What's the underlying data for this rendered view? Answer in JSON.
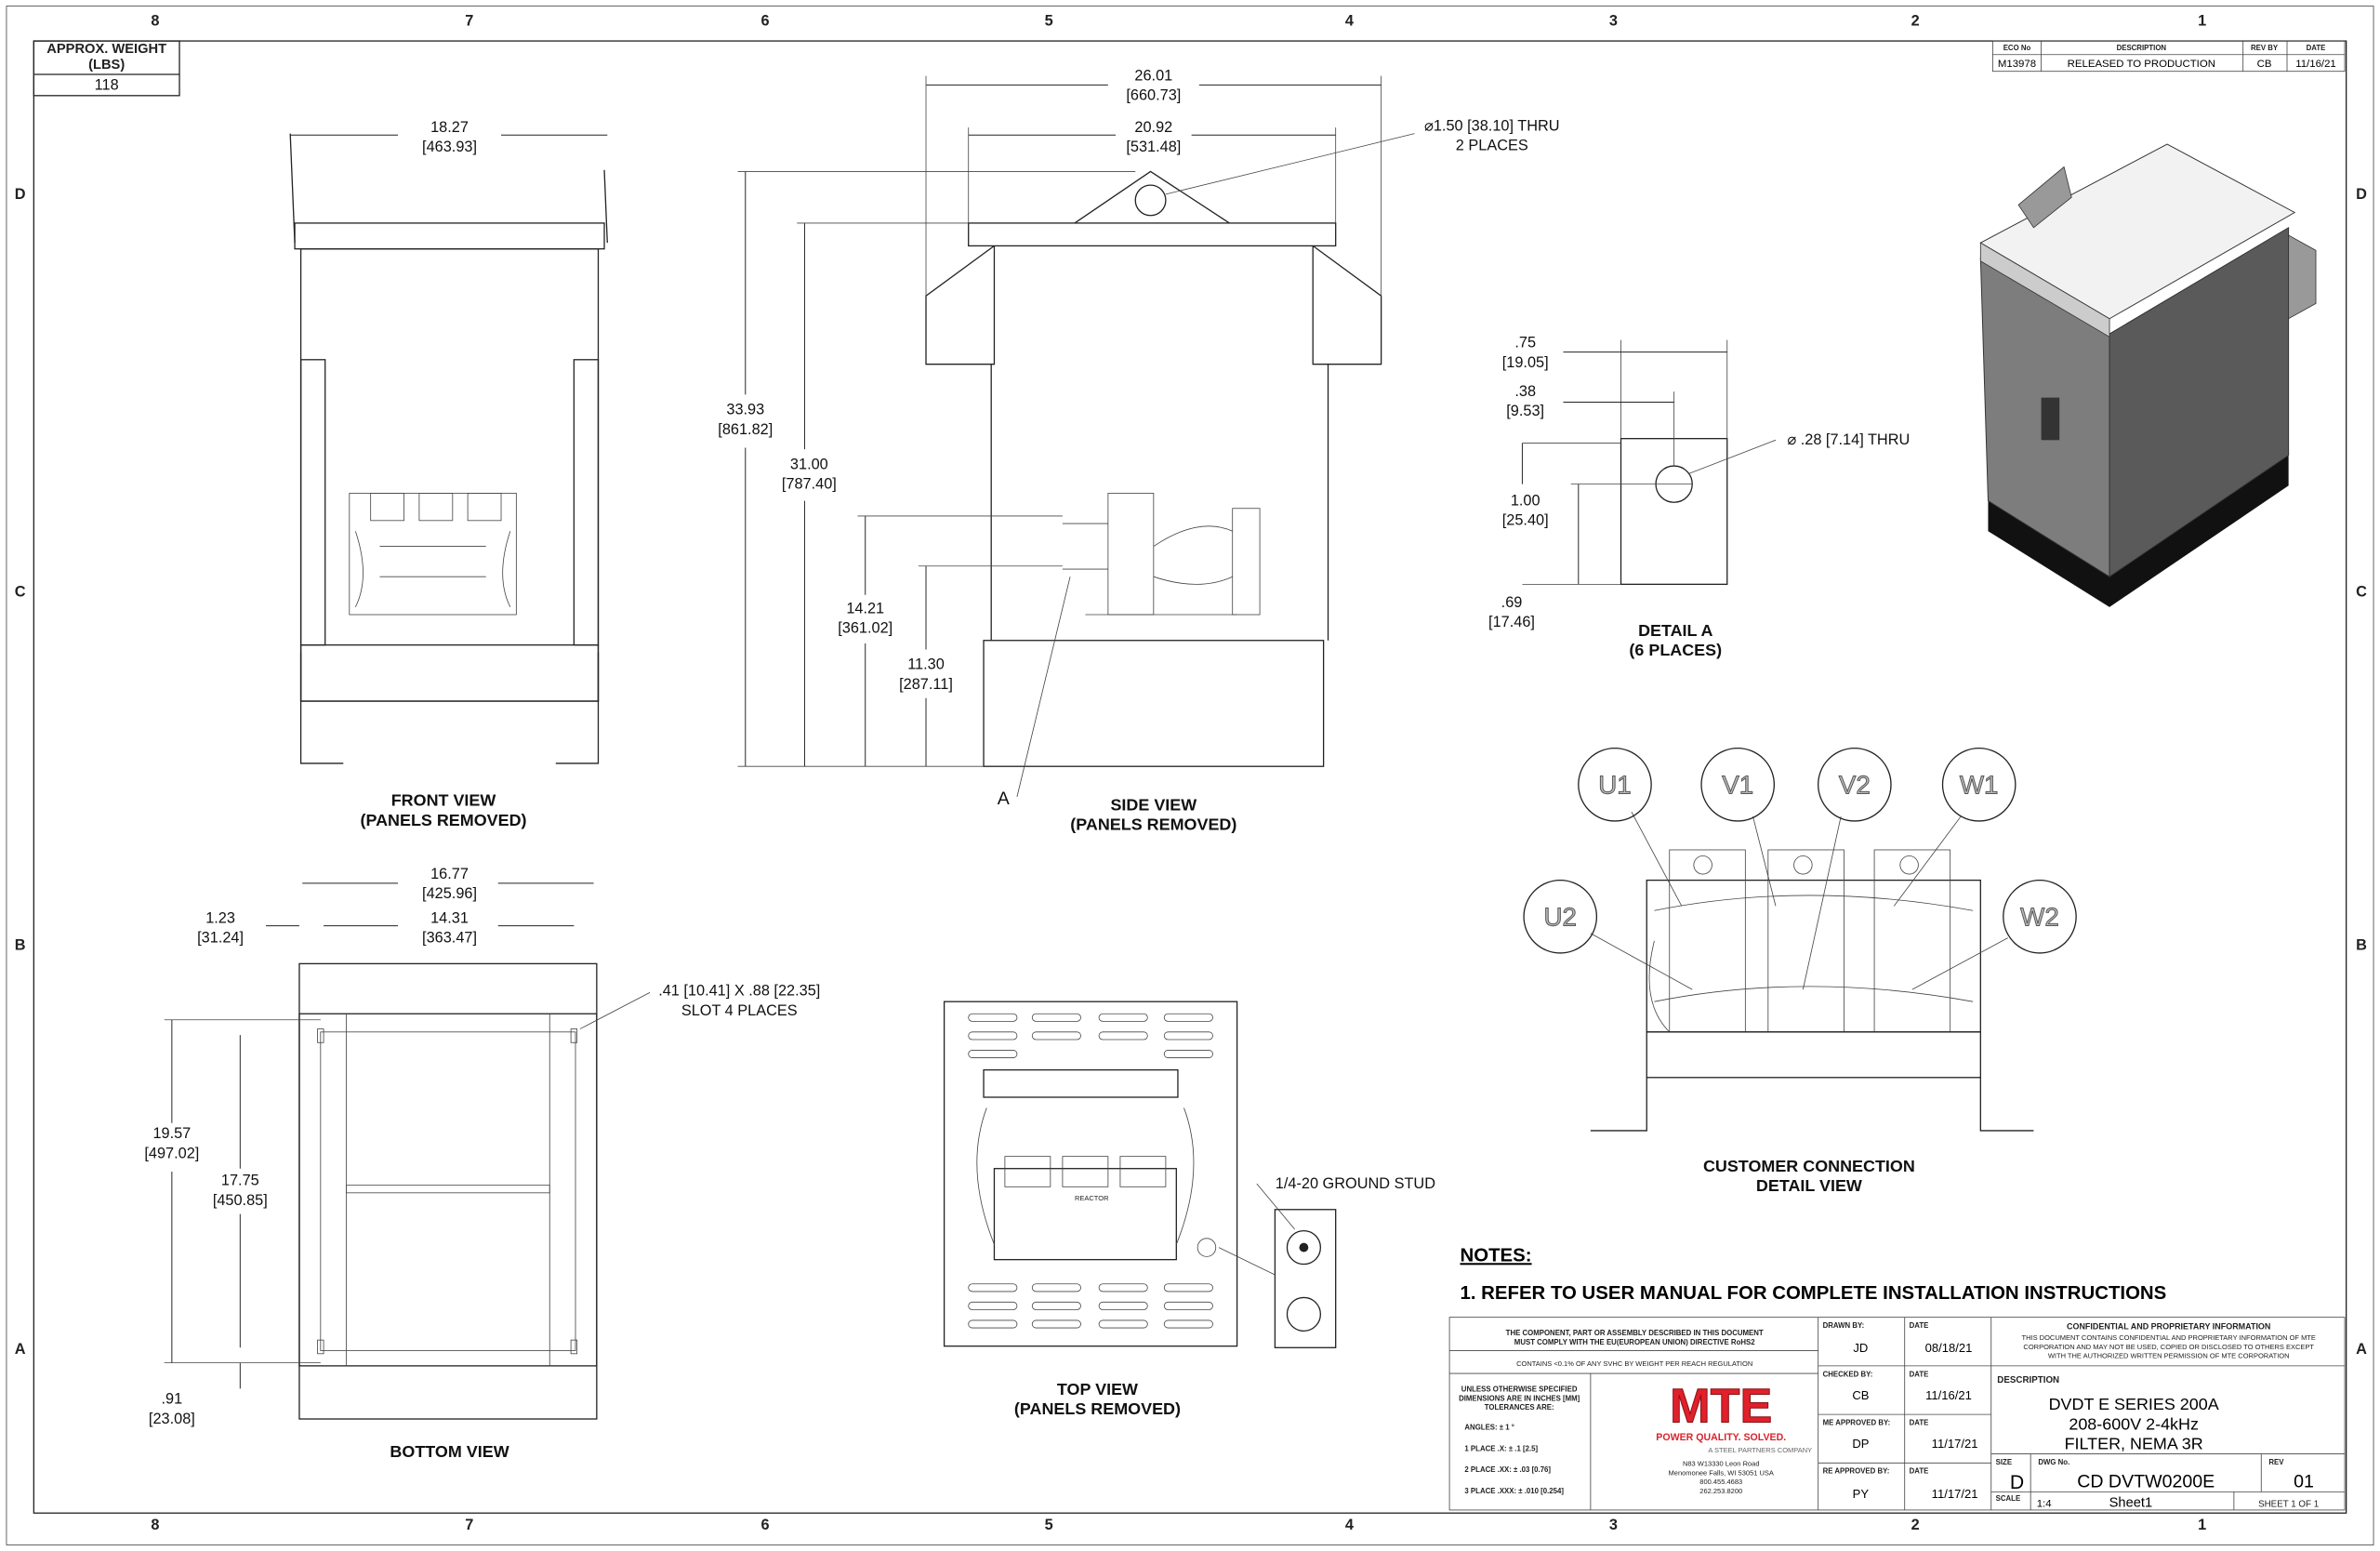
{
  "zones": {
    "cols": [
      "8",
      "7",
      "6",
      "5",
      "4",
      "3",
      "2",
      "1"
    ],
    "rows": [
      "D",
      "C",
      "B",
      "A"
    ]
  },
  "weight": {
    "label_1": "APPROX. WEIGHT",
    "label_2": "(LBS)",
    "value": "118"
  },
  "revision": {
    "headers": [
      "ECO No",
      "DESCRIPTION",
      "REV BY",
      "DATE"
    ],
    "row": [
      "M13978",
      "RELEASED TO PRODUCTION",
      "CB",
      "11/16/21"
    ]
  },
  "front": {
    "title_1": "FRONT VIEW",
    "title_2": "(PANELS REMOVED)",
    "width": {
      "in": "18.27",
      "mm": "463.93"
    }
  },
  "side": {
    "title_1": "SIDE VIEW",
    "title_2": "(PANELS REMOVED)",
    "callout": "A",
    "hole_1": "⌀1.50 [38.10] THRU",
    "hole_2": "2 PLACES",
    "dims": [
      {
        "in": "26.01",
        "mm": "660.73"
      },
      {
        "in": "20.92",
        "mm": "531.48"
      },
      {
        "in": "33.93",
        "mm": "861.82"
      },
      {
        "in": "31.00",
        "mm": "787.40"
      },
      {
        "in": "14.21",
        "mm": "361.02"
      },
      {
        "in": "11.30",
        "mm": "287.11"
      }
    ]
  },
  "detail_a": {
    "title_1": "DETAIL A",
    "title_2": "(6 PLACES)",
    "hole": "⌀ .28 [7.14] THRU",
    "dims": [
      {
        "in": ".75",
        "mm": "19.05"
      },
      {
        "in": ".38",
        "mm": "9.53"
      },
      {
        "in": "1.00",
        "mm": "25.40"
      },
      {
        "in": ".69",
        "mm": "17.46"
      }
    ]
  },
  "bottom": {
    "title": "BOTTOM VIEW",
    "slot_1": ".41 [10.41] X .88 [22.35]",
    "slot_2": "SLOT 4 PLACES",
    "dims": [
      {
        "in": "16.77",
        "mm": "425.96"
      },
      {
        "in": "14.31",
        "mm": "363.47"
      },
      {
        "in": "1.23",
        "mm": "31.24"
      },
      {
        "in": "19.57",
        "mm": "497.02"
      },
      {
        "in": "17.75",
        "mm": "450.85"
      },
      {
        "in": ".91",
        "mm": "23.08"
      }
    ]
  },
  "top": {
    "title_1": "TOP VIEW",
    "title_2": "(PANELS REMOVED)",
    "ground_stud": "1/4-20 GROUND STUD",
    "reactor_tag": "REACTOR"
  },
  "connection": {
    "title_1": "CUSTOMER CONNECTION",
    "title_2": "DETAIL VIEW",
    "terminals": [
      "U1",
      "V1",
      "V2",
      "W1",
      "U2",
      "W2"
    ]
  },
  "notes": {
    "heading": "NOTES:",
    "items": [
      "1.  REFER TO USER MANUAL FOR COMPLETE INSTALLATION INSTRUCTIONS"
    ]
  },
  "title_block": {
    "rohs_1": "THE COMPONENT, PART OR ASSEMBLY DESCRIBED IN THIS DOCUMENT",
    "rohs_2": "MUST COMPLY WITH THE EU(EUROPEAN UNION) DIRECTIVE RoHS2",
    "reach": "CONTAINS <0.1% OF ANY SVHC BY WEIGHT PER REACH REGULATION",
    "tol_1": "UNLESS OTHERWISE SPECIFIED",
    "tol_2": "DIMENSIONS ARE IN INCHES [MM]",
    "tol_3": "TOLERANCES ARE:",
    "angles": "ANGLES: ± 1 °",
    "place1": "1 PLACE .X: ± .1 [2.5]",
    "place2": "2 PLACE .XX: ± .03 [0.76]",
    "place3": "3 PLACE .XXX: ± .010 [0.254]",
    "logo": "MTE",
    "tagline": "POWER QUALITY. SOLVED.",
    "steel": "A STEEL PARTNERS COMPANY",
    "addr_1": "N83 W13330 Leon Road",
    "addr_2": "Menomonee Falls, WI 53051 USA",
    "phone_1": "800.455.4683",
    "phone_2": "262.253.8200",
    "approvals": [
      {
        "label": "DRAWN BY:",
        "name": "JD",
        "date_label": "DATE",
        "date": "08/18/21"
      },
      {
        "label": "CHECKED BY:",
        "name": "CB",
        "date_label": "DATE",
        "date": "11/16/21"
      },
      {
        "label": "ME APPROVED BY:",
        "name": "DP",
        "date_label": "DATE",
        "date": "11/17/21"
      },
      {
        "label": "RE APPROVED BY:",
        "name": "PY",
        "date_label": "DATE",
        "date": "11/17/21"
      }
    ],
    "conf_title": "CONFIDENTIAL AND PROPRIETARY INFORMATION",
    "conf_1": "THIS DOCUMENT CONTAINS CONFIDENTIAL AND PROPRIETARY INFORMATION OF MTE",
    "conf_2": "CORPORATION AND MAY NOT BE USED, COPIED OR DISCLOSED TO OTHERS EXCEPT",
    "conf_3": "WITH THE AUTHORIZED WRITTEN PERMISSION OF MTE CORPORATION",
    "desc_label": "DESCRIPTION",
    "desc_1": "DVDT E SERIES 200A",
    "desc_2": "208-600V 2-4kHz",
    "desc_3": "FILTER, NEMA 3R",
    "size_label": "SIZE",
    "size": "D",
    "dwg_label": "DWG No.",
    "dwg": "CD DVTW0200E",
    "rev_label": "REV",
    "rev": "01",
    "scale_label": "SCALE",
    "scale": "1:4",
    "sheet_name": "Sheet1",
    "sheet": "SHEET 1  OF 1"
  }
}
